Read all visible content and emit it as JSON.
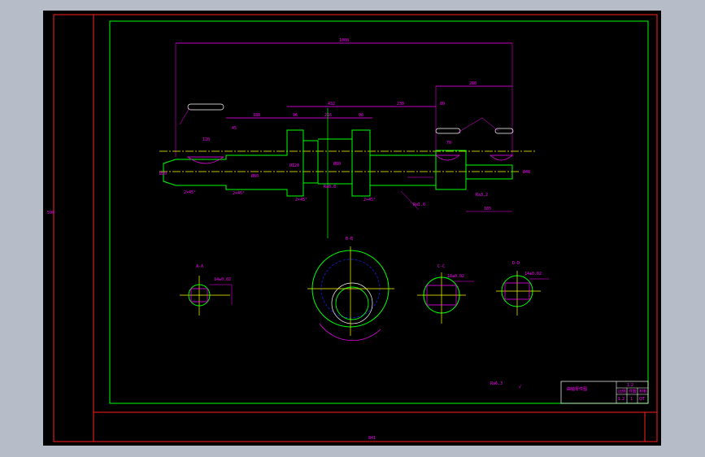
{
  "colors": {
    "background": "#000000",
    "outer_frame": "#ff2020",
    "inner_frame": "#00ff00",
    "part": "#00ff00",
    "dimension": "#ff00ff",
    "centerline": "#ffff00",
    "hidden": "#2020ff",
    "hatch": "#ff00ff",
    "annotation": "#ffffff",
    "ui_background": "#b6bdc8"
  },
  "dimensions": {
    "overall_length": "1008",
    "right_section": "288",
    "mid_length": "432",
    "center_length": "216",
    "len_180": "180",
    "len_230": "230",
    "len_120": "120",
    "len_96a": "96",
    "len_96b": "96",
    "len_45": "45",
    "len_165": "165",
    "len_70": "70",
    "len_80": "80",
    "chamfer_1": "2×45°",
    "chamfer_2": "2×45°",
    "chamfer_3": "2×45°",
    "chamfer_4": "2×45°",
    "diameter_1": "Ø50",
    "diameter_2": "Ø60",
    "diameter_3": "Ø120",
    "diameter_4": "Ø80",
    "diameter_5": "Ø48",
    "roughness_1": "Ra0.8",
    "roughness_2": "Ra1.6",
    "roughness_3": "Ra3.2"
  },
  "sections": {
    "view_1": "A-A",
    "view_2": "B-B",
    "view_3": "C-C",
    "view_4": "D-D",
    "dim_a": "14±0.02",
    "dim_b": "18±0.02",
    "dim_c": "14±0.02"
  },
  "title_block": {
    "name": "曲轴零件图",
    "code": "1:2",
    "rows": [
      "比例",
      "件数",
      "材料"
    ],
    "values": [
      "1:2",
      "1",
      "QT"
    ]
  },
  "notes": {
    "roughness_note": "Ra6.3",
    "general_mark": "√"
  },
  "frame_marks": {
    "left": "590",
    "bottom": "841"
  }
}
